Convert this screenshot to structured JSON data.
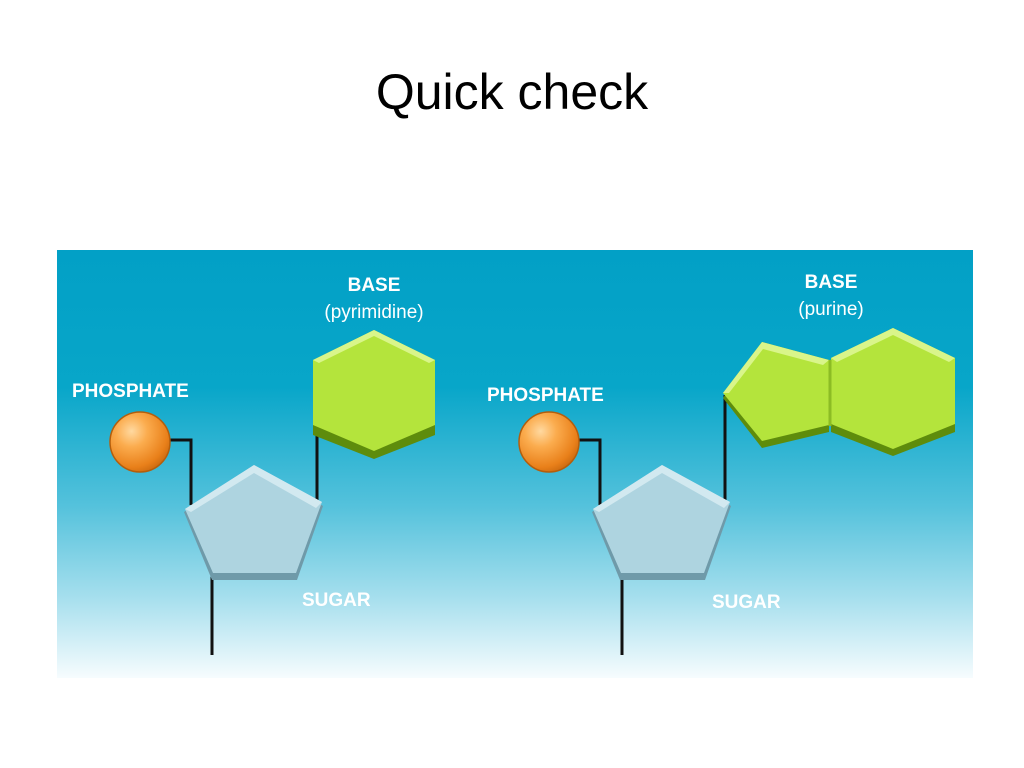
{
  "slide": {
    "title": "Quick check"
  },
  "diagram": {
    "colors": {
      "background_top": "#02a0c6",
      "background_bottom": "#ffffff",
      "phosphate": "#f08a1e",
      "sugar": "#aed4e0",
      "base": "#b4e43c",
      "bond": "#111111"
    },
    "left": {
      "phosphate_label": "PHOSPHATE",
      "base_label": "BASE",
      "base_type": "(pyrimidine)",
      "sugar_label": "SUGAR"
    },
    "right": {
      "phosphate_label": "PHOSPHATE",
      "base_label": "BASE",
      "base_type": "(purine)",
      "sugar_label": "SUGAR"
    }
  }
}
